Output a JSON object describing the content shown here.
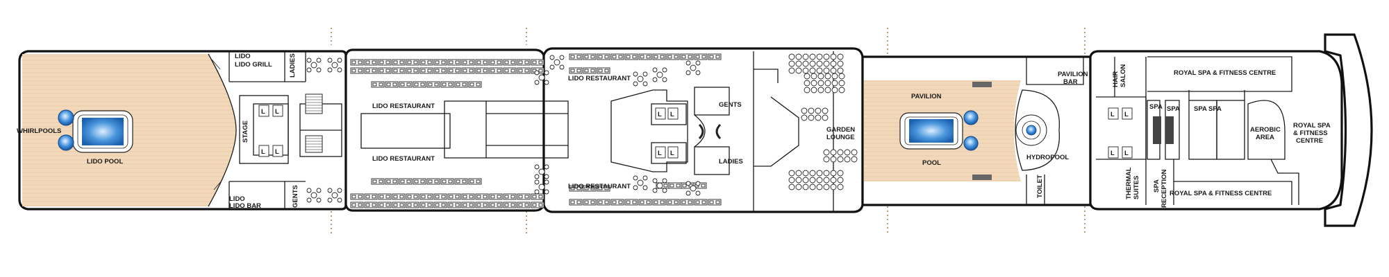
{
  "labels": {
    "whirlpools": "WHIRLPOOLS",
    "lido_pool": "LIDO POOL",
    "lido_grill": "LIDO GRILL",
    "ladies_fwd": "LADIES",
    "stage": "STAGE",
    "lido_bar": "LIDO BAR",
    "gents_fwd": "GENTS",
    "lido_restaurant_1": "LIDO RESTAURANT",
    "lido_restaurant_2": "LIDO RESTAURANT",
    "lido_restaurant_3": "LIDO RESTAURANT",
    "lido_restaurant_4": "LIDO RESTAURANT",
    "gents_mid": "GENTS",
    "ladies_mid": "LADIES",
    "garden_lounge_1": "GARDEN",
    "garden_lounge_2": "LOUNGE",
    "pavilion": "PAVILION",
    "pool": "POOL",
    "hydropool": "HYDROPOOL",
    "pavilion_bar_1": "PAVILION",
    "pavilion_bar_2": "BAR",
    "toilet": "TOILET",
    "hair_salon_1": "HAIR",
    "hair_salon_2": "SALON",
    "thermal_suites_1": "THERMAL",
    "thermal_suites_2": "SUITES",
    "spa_reception_1": "SPA",
    "spa_reception_2": "RECEPTION",
    "spa_1": "SPA",
    "spa_2": "SPA",
    "spa_3": "SPA",
    "spa_4": "SPA",
    "royal_spa_top": "ROYAL SPA & FITNESS CENTRE",
    "royal_spa_bottom": "ROYAL SPA & FITNESS CENTRE",
    "aerobic_1": "AEROBIC",
    "aerobic_2": "AREA",
    "royal_spa_aft_1": "ROYAL SPA",
    "royal_spa_aft_2": "& FITNESS",
    "royal_spa_aft_3": "CENTRE",
    "lift_l": "L"
  },
  "colors": {
    "deck_wood": "#f3d9bc",
    "water": "#2a78c4",
    "wall": "#1a1a1a",
    "guide_dots": "#b89a78"
  },
  "icons": [
    "lift-icon",
    "stairs-icon",
    "table-icon",
    "lounger-icon"
  ]
}
